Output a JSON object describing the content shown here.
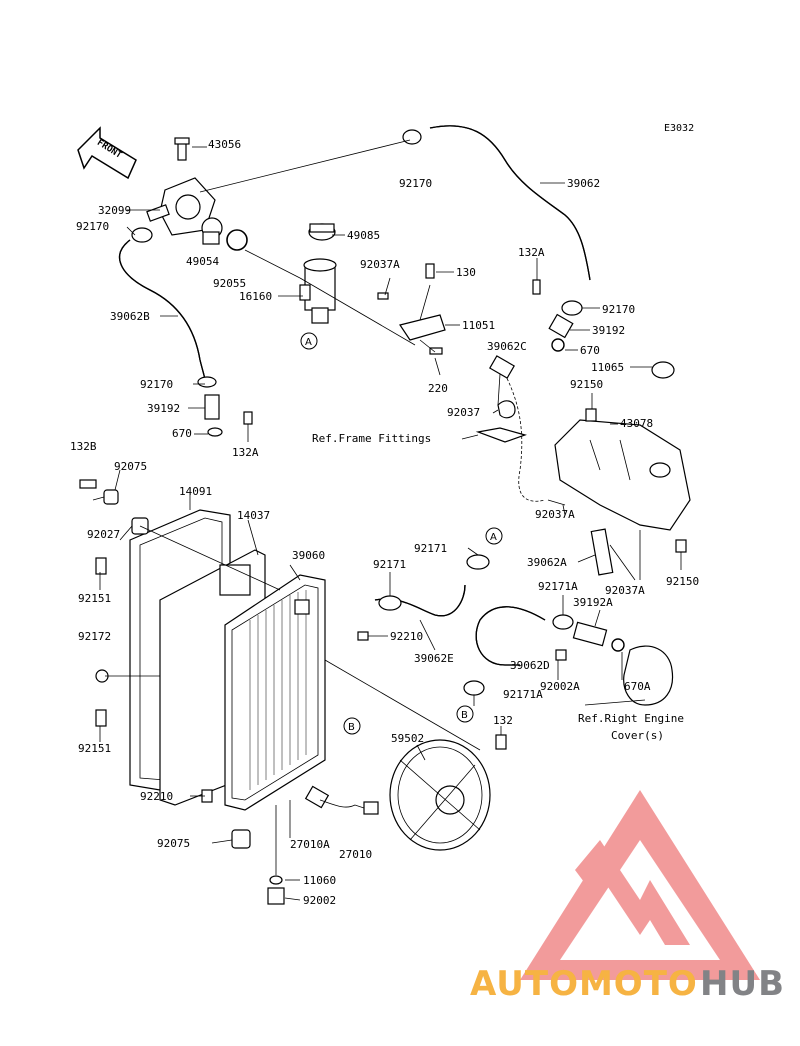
{
  "diagram_code": "E3032",
  "front_label": "FRONT",
  "parts": [
    {
      "id": "p43056",
      "label": "43056"
    },
    {
      "id": "p92170a",
      "label": "92170"
    },
    {
      "id": "p39062",
      "label": "39062"
    },
    {
      "id": "p32099",
      "label": "32099"
    },
    {
      "id": "p92170b",
      "label": "92170"
    },
    {
      "id": "p49085",
      "label": "49085"
    },
    {
      "id": "p49054",
      "label": "49054"
    },
    {
      "id": "p92055",
      "label": "92055"
    },
    {
      "id": "p92037A_a",
      "label": "92037A"
    },
    {
      "id": "p130",
      "label": "130"
    },
    {
      "id": "p132A_a",
      "label": "132A"
    },
    {
      "id": "p16160",
      "label": "16160"
    },
    {
      "id": "p92170c",
      "label": "92170"
    },
    {
      "id": "p39062B",
      "label": "39062B"
    },
    {
      "id": "p11051",
      "label": "11051"
    },
    {
      "id": "p39192_a",
      "label": "39192"
    },
    {
      "id": "p39062C",
      "label": "39062C"
    },
    {
      "id": "p670_a",
      "label": "670"
    },
    {
      "id": "p220",
      "label": "220"
    },
    {
      "id": "p11065",
      "label": "11065"
    },
    {
      "id": "p92170d",
      "label": "92170"
    },
    {
      "id": "p92150_a",
      "label": "92150"
    },
    {
      "id": "p39192_b",
      "label": "39192"
    },
    {
      "id": "p92037",
      "label": "92037"
    },
    {
      "id": "p43078",
      "label": "43078"
    },
    {
      "id": "p670_b",
      "label": "670"
    },
    {
      "id": "p132A_b",
      "label": "132A"
    },
    {
      "id": "p132B",
      "label": "132B"
    },
    {
      "id": "p92075_a",
      "label": "92075"
    },
    {
      "id": "p14091",
      "label": "14091"
    },
    {
      "id": "p14037",
      "label": "14037"
    },
    {
      "id": "p92027",
      "label": "92027"
    },
    {
      "id": "p39060",
      "label": "39060"
    },
    {
      "id": "p92171_a",
      "label": "92171"
    },
    {
      "id": "p92171_b",
      "label": "92171"
    },
    {
      "id": "p92037A_b",
      "label": "92037A"
    },
    {
      "id": "p39062A",
      "label": "39062A"
    },
    {
      "id": "p92150_b",
      "label": "92150"
    },
    {
      "id": "p92151_a",
      "label": "92151"
    },
    {
      "id": "p92171A_a",
      "label": "92171A"
    },
    {
      "id": "p39192A",
      "label": "39192A"
    },
    {
      "id": "p92037A_c",
      "label": "92037A"
    },
    {
      "id": "p92172",
      "label": "92172"
    },
    {
      "id": "p92210_a",
      "label": "92210"
    },
    {
      "id": "p39062E",
      "label": "39062E"
    },
    {
      "id": "p39062D",
      "label": "39062D"
    },
    {
      "id": "p92002A",
      "label": "92002A"
    },
    {
      "id": "p670A",
      "label": "670A"
    },
    {
      "id": "p92171A_b",
      "label": "92171A"
    },
    {
      "id": "p132",
      "label": "132"
    },
    {
      "id": "p92151_b",
      "label": "92151"
    },
    {
      "id": "p59502",
      "label": "59502"
    },
    {
      "id": "p92210_b",
      "label": "92210"
    },
    {
      "id": "p27010A",
      "label": "27010A"
    },
    {
      "id": "p27010",
      "label": "27010"
    },
    {
      "id": "p92075_b",
      "label": "92075"
    },
    {
      "id": "p11060",
      "label": "11060"
    },
    {
      "id": "p92002",
      "label": "92002"
    }
  ],
  "references": {
    "frame_fittings": "Ref.Frame Fittings",
    "right_engine_cover_1": "Ref.Right Engine",
    "right_engine_cover_2": "Cover(s)"
  },
  "callouts": {
    "a": "A",
    "b": "B"
  },
  "watermark": {
    "text_part1": "AUTOMOTO",
    "text_part2": "HUB",
    "color_part1": "#f5a623",
    "color_part2": "#6d6e71",
    "triangle_color": "#f08a8a"
  }
}
